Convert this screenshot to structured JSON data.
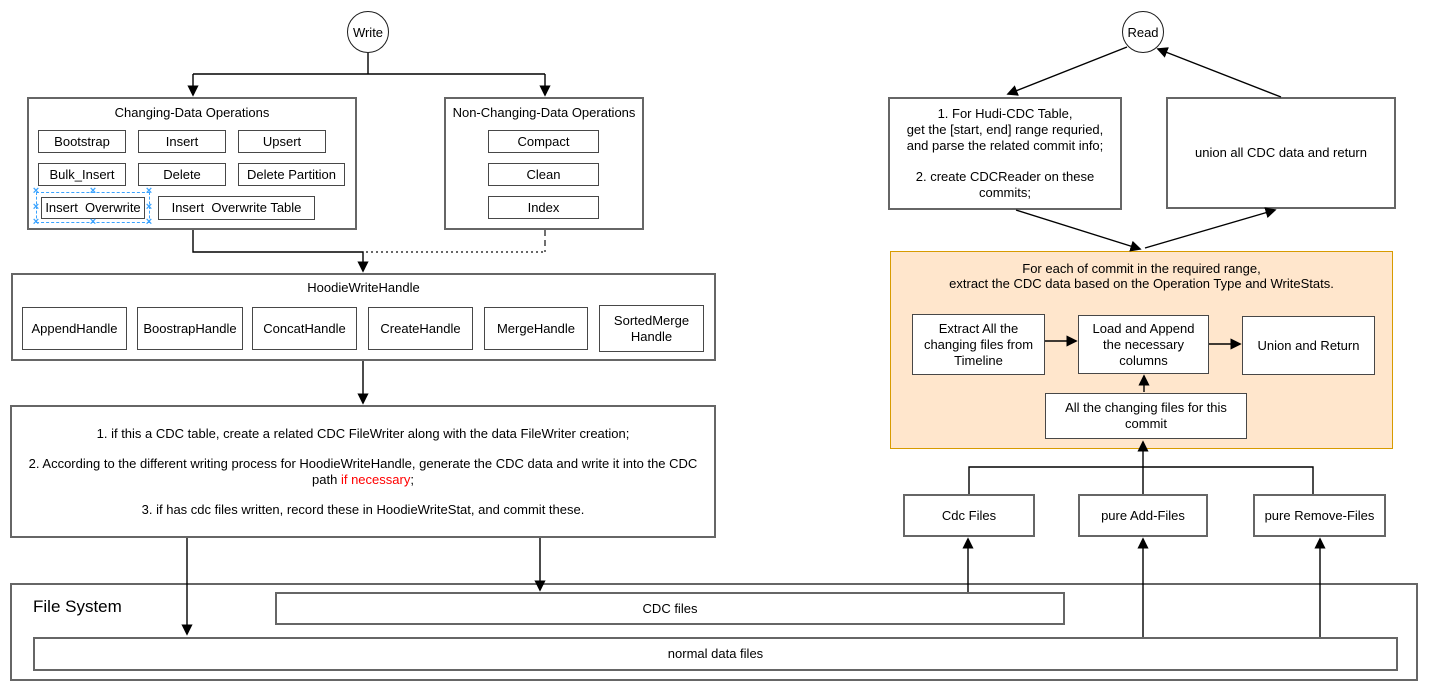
{
  "diagram": {
    "write": {
      "node_label": "Write",
      "changing_ops": {
        "title": "Changing-Data Operations",
        "row1": [
          "Bootstrap",
          "Insert",
          "Upsert"
        ],
        "row2": [
          "Bulk_Insert",
          "Delete",
          "Delete Partition"
        ],
        "row3": [
          "Insert  Overwrite",
          "Insert  Overwrite Table"
        ]
      },
      "non_changing_ops": {
        "title": "Non-Changing-Data Operations",
        "ops": [
          "Compact",
          "Clean",
          "Index"
        ]
      },
      "write_handle": {
        "title": "HoodieWriteHandle",
        "handles": [
          "AppendHandle",
          "BoostrapHandle",
          "ConcatHandle",
          "CreateHandle",
          "MergeHandle",
          "SortedMerge Handle"
        ]
      },
      "cdc_steps": {
        "step1": "1. if this a CDC table, create a related CDC FileWriter along with the data FileWriter creation;",
        "step2_pre": "2. According to the different writing process for HoodieWriteHandle, generate the CDC data and write it into the CDC path ",
        "step2_red": "if necessary",
        "step2_post": ";",
        "step3": "3. if has cdc files written, record these in HoodieWriteStat, and commit these."
      }
    },
    "read": {
      "node_label": "Read",
      "prepare_box": {
        "line1": "1. For Hudi-CDC Table,",
        "line2": "get the [start, end] range requried,",
        "line3": "and parse the related commit info;",
        "line4": "2. create CDCReader on these",
        "line5": "commits;"
      },
      "union_box_label": "union all CDC data and return",
      "per_commit": {
        "title_line1": "For each of commit in the required range,",
        "title_line2": "extract the CDC data based on the Operation Type and WriteStats.",
        "extract_box": "Extract All the changing files from Timeline",
        "load_box": "Load and Append the necessary columns",
        "union_box": "Union and Return",
        "changing_files_box": "All the changing files for this commit"
      },
      "file_boxes": [
        "Cdc Files",
        "pure Add-Files",
        "pure Remove-Files"
      ]
    },
    "file_system": {
      "title": "File System",
      "cdc_files": "CDC files",
      "normal_files": "normal data files"
    },
    "selection": {
      "handle_glyph": "×"
    },
    "colors": {
      "highlight_fill": "#FFE6CC",
      "highlight_border": "#D79B00",
      "selection_blue": "#3AA3FF",
      "red_text": "#FF0000",
      "box_border": "#666666"
    }
  }
}
